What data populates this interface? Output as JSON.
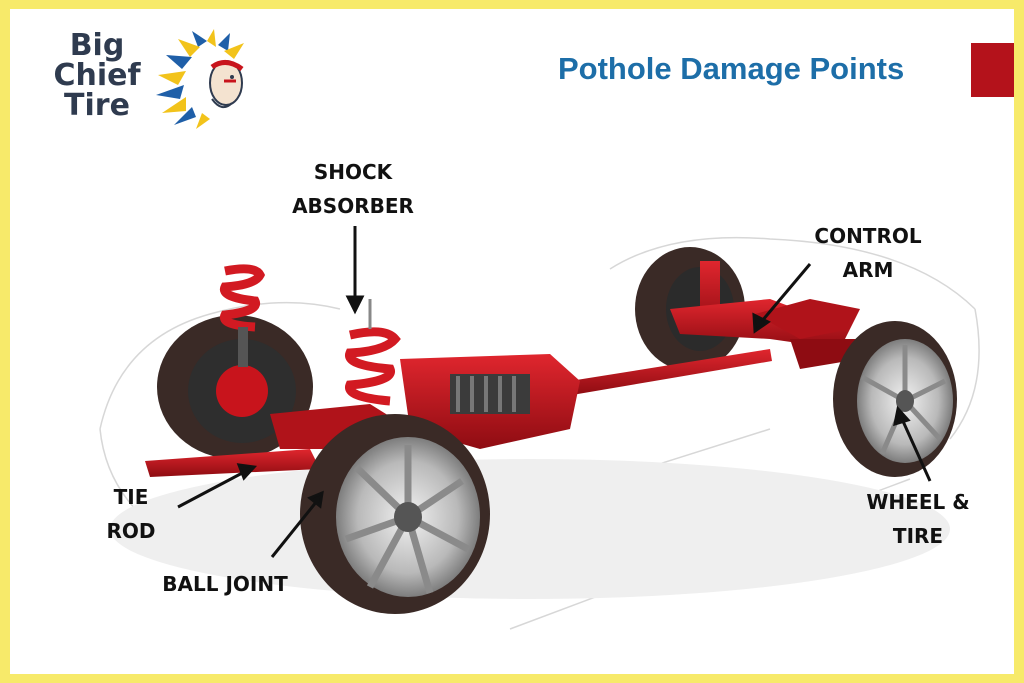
{
  "logo": {
    "line1": "Big",
    "line2": "Chief",
    "line3": "Tire"
  },
  "title": "Pothole Damage Points",
  "colors": {
    "frame": "#f7ea6a",
    "title": "#1d6ea8",
    "accent": "#b4121b",
    "chassis": "#c8141c"
  },
  "labels": {
    "shock": {
      "line1": "SHOCK",
      "line2": "ABSORBER"
    },
    "control": {
      "line1": "CONTROL",
      "line2": "ARM"
    },
    "tie": {
      "line1": "TIE",
      "line2": "ROD"
    },
    "ball": {
      "line1": "BALL JOINT"
    },
    "wheel": {
      "line1": "WHEEL &",
      "line2": "TIRE"
    }
  }
}
